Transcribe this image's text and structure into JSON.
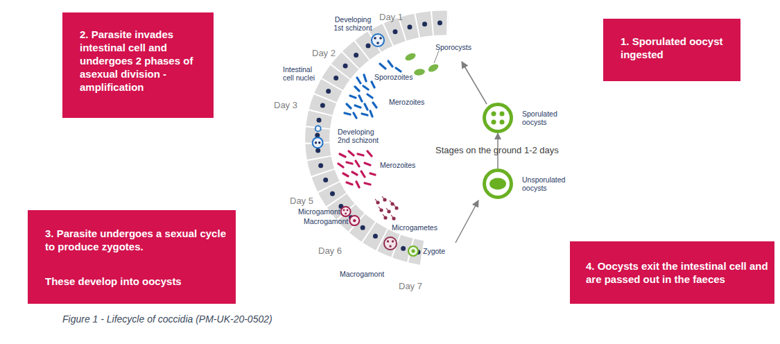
{
  "diagram": {
    "caption": "Figure 1 - Lifecycle of coccidia (PM-UK-20-0502)",
    "nodes": [
      {
        "text": [
          "1. Sporulated oocyst ingested"
        ]
      },
      {
        "text": [
          "2. Parasite invades intestinal cell and undergoes 2 phases of asexual division - amplification"
        ]
      },
      {
        "text": [
          "3. Parasite undergoes a sexual cycle to produce zygotes.",
          "These develop into oocysts"
        ]
      },
      {
        "text": [
          "4. Oocysts exit the intestinal cell and are passed out in the faeces"
        ]
      },
      {
        "text": [
          "Sporulated oocysts"
        ]
      },
      {
        "text": [
          "Unsporulated oocysts"
        ]
      }
    ],
    "edges": [
      {
        "from": 5,
        "to": 4,
        "arrow": "to",
        "label": "Stages on the ground 1-2 days"
      }
    ],
    "labels": [
      "Day 1",
      "Developing 1st schizont",
      "Sporocysts",
      "Day 2",
      "Sporozoites",
      "Intestinal cell nuclei",
      "Merozoites",
      "Day 3",
      "Developing 2nd schizont",
      "Merozoites",
      "Day 5",
      "Microgamont",
      "Macrogamont",
      "Microgametes",
      "Zygote",
      "Day 6",
      "Macrogamont",
      "Day 7"
    ]
  }
}
